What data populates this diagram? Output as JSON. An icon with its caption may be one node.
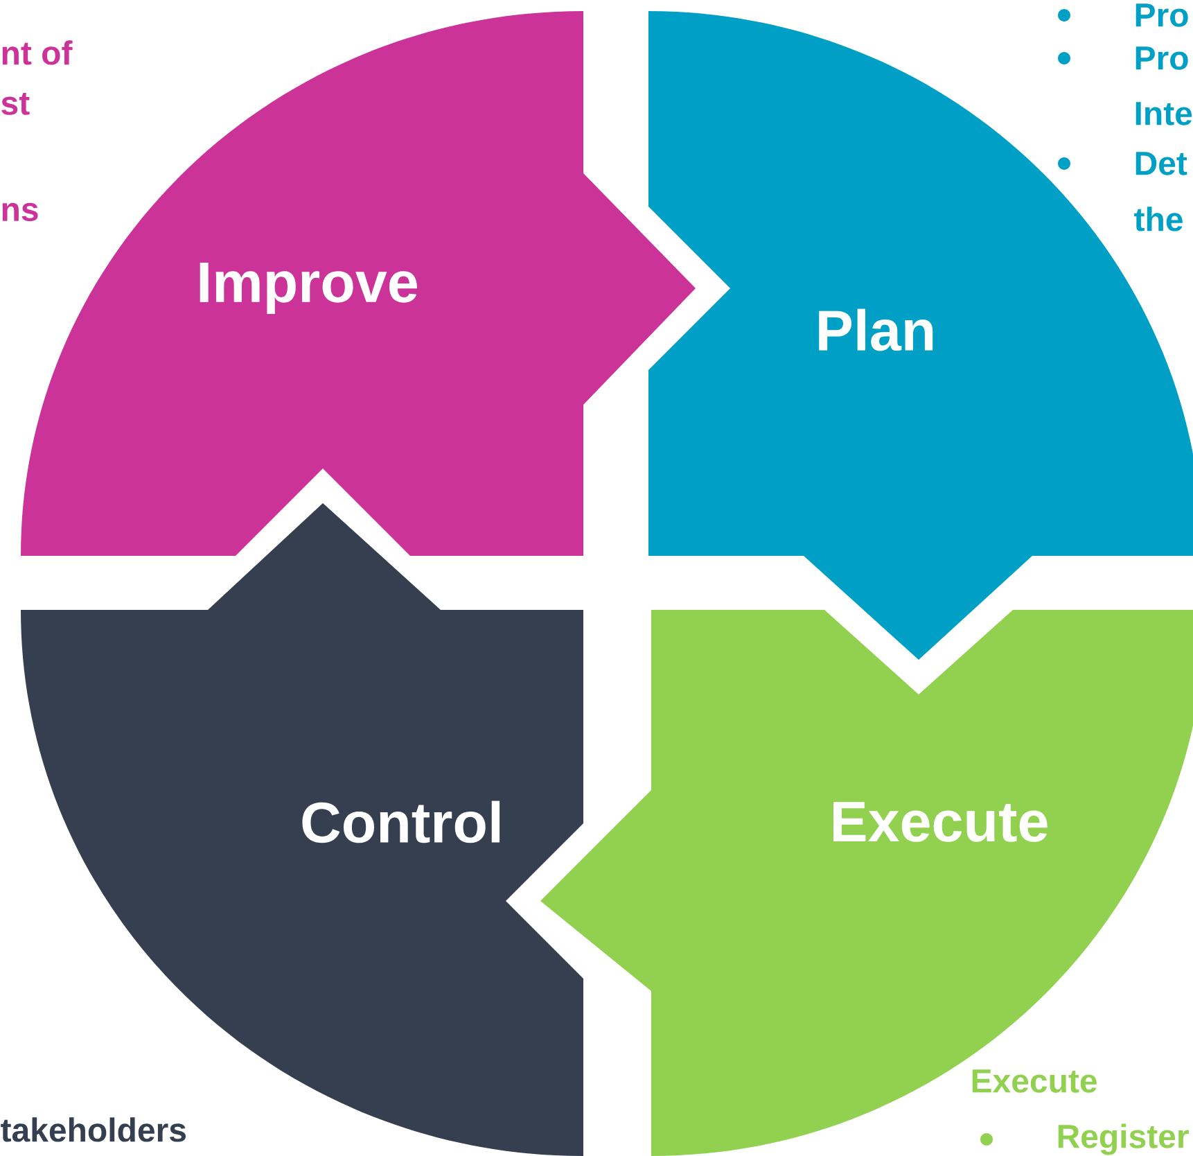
{
  "diagram": {
    "nodes": [
      {
        "text": [
          "Improve"
        ]
      },
      {
        "text": [
          "Plan"
        ]
      },
      {
        "text": [
          "Control"
        ]
      },
      {
        "text": [
          "Execute"
        ]
      }
    ],
    "labels": [
      "nt of",
      "Pro",
      "Pro",
      "st",
      "Inte",
      "Det",
      "ns",
      "the",
      "Execute",
      "Register",
      "takeholders"
    ]
  }
}
